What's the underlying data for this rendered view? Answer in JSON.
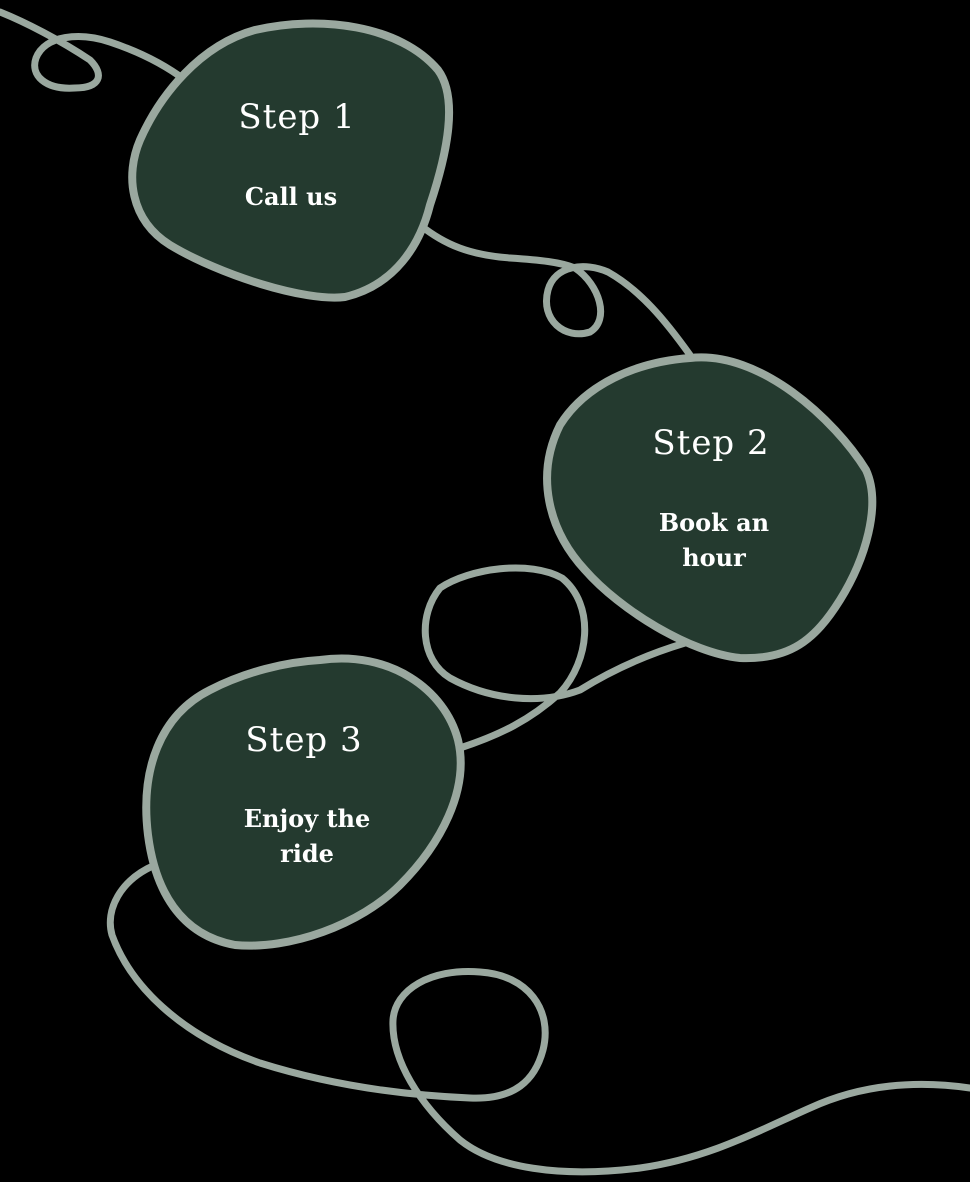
{
  "colors": {
    "background": "#000000",
    "blob_fill": "#243a2f",
    "outline": "#9aa89f",
    "text": "#ffffff"
  },
  "steps": [
    {
      "title": "Step 1",
      "lines": [
        "Call us"
      ]
    },
    {
      "title": "Step 2",
      "lines": [
        "Book an",
        "hour"
      ]
    },
    {
      "title": "Step 3",
      "lines": [
        "Enjoy the",
        "ride"
      ]
    }
  ]
}
